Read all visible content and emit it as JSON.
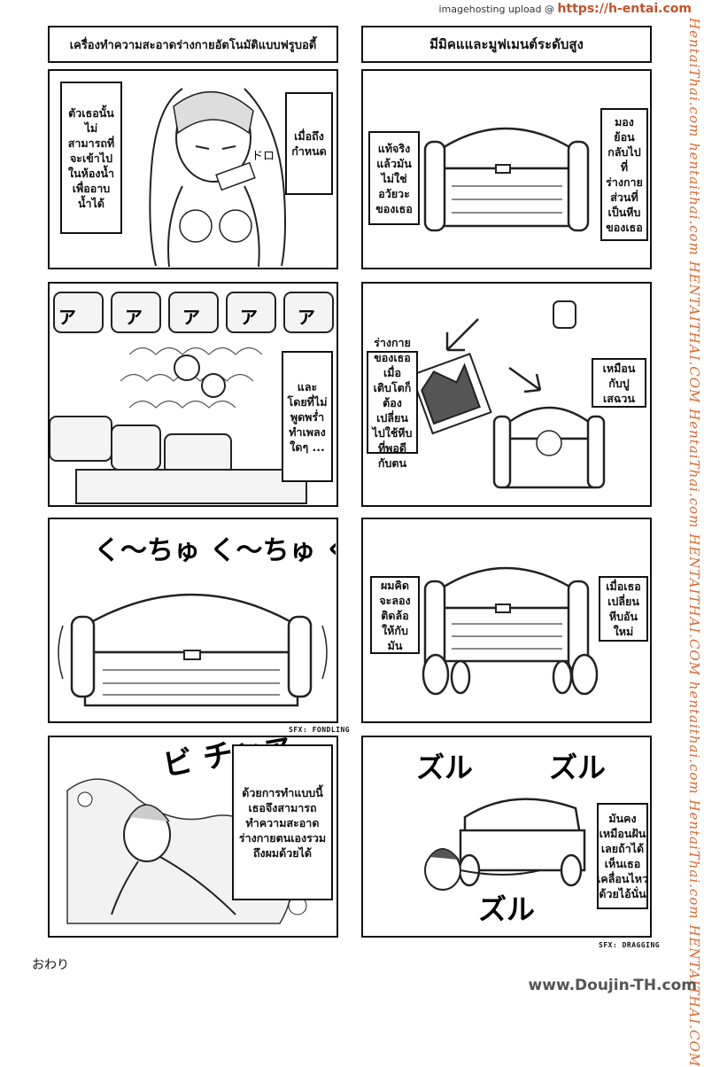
{
  "header": {
    "hosting_label": "imagehosting upload @",
    "hosting_url": "https://h-entai.com"
  },
  "titles": {
    "left": "เครื่องทำความสะอาดร่างกายอัตโนมัติแบบฟรูบอดี้",
    "right": "มีมิคแและมูฟเมนต์ระดับสูง"
  },
  "left_column": [
    {
      "captions": [
        "ตัวเธอนั้นไม่สามารถที่จะเข้าไปในห้องน้ำเพื่ออาบน้ำได้",
        "เมื่อถึงกำหนด"
      ]
    },
    {
      "captions": [
        "และโดยที่ไม่พูดพร่ำทำเพลงใดๆ ..."
      ]
    },
    {
      "captions": [],
      "sfx_note": "SFX: FONDLING"
    },
    {
      "captions": [
        "ด้วยการทำแบบนี้เธอจึงสามารถทำความสะอาดร่างกายตนเองรวมถึงผมด้วยได้"
      ]
    }
  ],
  "right_column": [
    {
      "captions": [
        "แท้จริงแล้วมันไม่ใช่อวัยวะของเธอ",
        "มองย้อนกลับไปที่ร่างกายส่วนที่เป็นหีบของเธอ"
      ]
    },
    {
      "captions": [
        "ร่างกายของเธอเมื่อเติบโตก็ต้องเปลี่ยนไปใช้หีบที่พอดีกับตน",
        "เหมือนกับปูเสฉวน"
      ]
    },
    {
      "captions": [
        "ผมคิดจะลองติดล้อให้กับมัน",
        "เมื่อเธอเปลี่ยนหีบอันใหม่"
      ]
    },
    {
      "captions": [
        "มันคงเหมือนฝันเลยถ้าได้เห็นเธอเคลื่อนไหวด้วยไอ้นั่น"
      ],
      "sfx_note": "SFX: DRAGGING"
    }
  ],
  "sfx": {
    "top_left": "ア ア ア ア ア",
    "fondling": "く〜ちゅ く〜ちゅ く〜ちゅ",
    "splash": "ビ チャァ",
    "dragging": "ズル ズル ズル"
  },
  "watermark": "HentaiThai.com  hentaithai.com  HENTAITHAI.COM  HentaiThai.com  HENTAITHAI.COM  hentaithai.com  HentaiThai.com  HENTAITHAI.COM",
  "footer": {
    "end_mark": "おわり",
    "site": "www.Doujin-TH.com"
  }
}
